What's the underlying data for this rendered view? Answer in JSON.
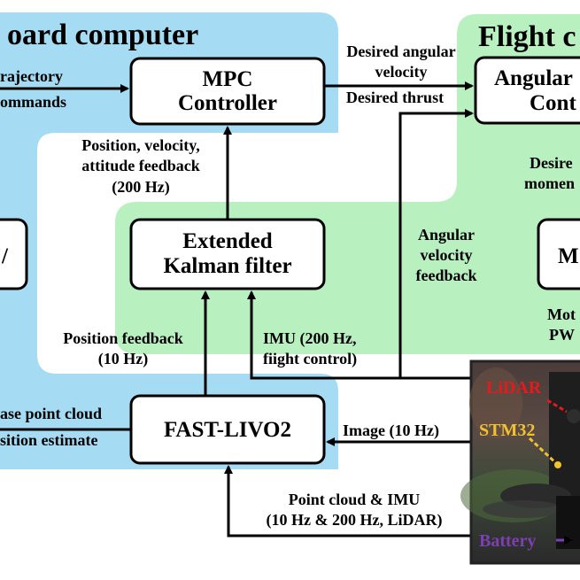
{
  "regions": {
    "onboard_title": "oard computer",
    "flight_title": "Flight c"
  },
  "boxes": {
    "mpc": [
      "MPC",
      "Controller"
    ],
    "angular": [
      "Angular",
      "Cont"
    ],
    "ekf": [
      "Extended",
      "Kalman filter"
    ],
    "livo": [
      "FAST-LIVO2"
    ],
    "left_partial": [
      "/"
    ],
    "right_partial": [
      "M"
    ]
  },
  "labels": {
    "trajectory": [
      "rajectory",
      "ommands"
    ],
    "desired_angular_velocity": [
      "Desired angular",
      "velocity"
    ],
    "desired_thrust": [
      "Desired thrust"
    ],
    "state_feedback": [
      "Position, velocity,",
      "attitude feedback",
      "(200 Hz)"
    ],
    "desired_moment": [
      "Desire",
      "momen"
    ],
    "angular_velocity_feedback": [
      "Angular",
      "velocity",
      "feedback"
    ],
    "motor_pwm": [
      "Mot",
      "PW"
    ],
    "position_feedback": [
      "Position feedback",
      "(10 Hz)"
    ],
    "imu_flight": [
      "IMU (200 Hz,",
      "fiight control)"
    ],
    "dense_point_cloud": [
      "ase point cloud",
      "sition estimate"
    ],
    "image": [
      "Image (10 Hz)"
    ],
    "point_cloud_imu": [
      "Point cloud & IMU",
      "(10 Hz & 200 Hz, LiDAR)"
    ]
  },
  "photo": {
    "lidar": "LiDAR",
    "stm32": "STM32",
    "battery": "Battery"
  },
  "colors": {
    "onboard_region": "#a6dcf3",
    "flight_region": "#b9f0c0",
    "lidar": "#e41a1c",
    "stm32": "#f2c12e",
    "battery": "#7d3fb4"
  }
}
